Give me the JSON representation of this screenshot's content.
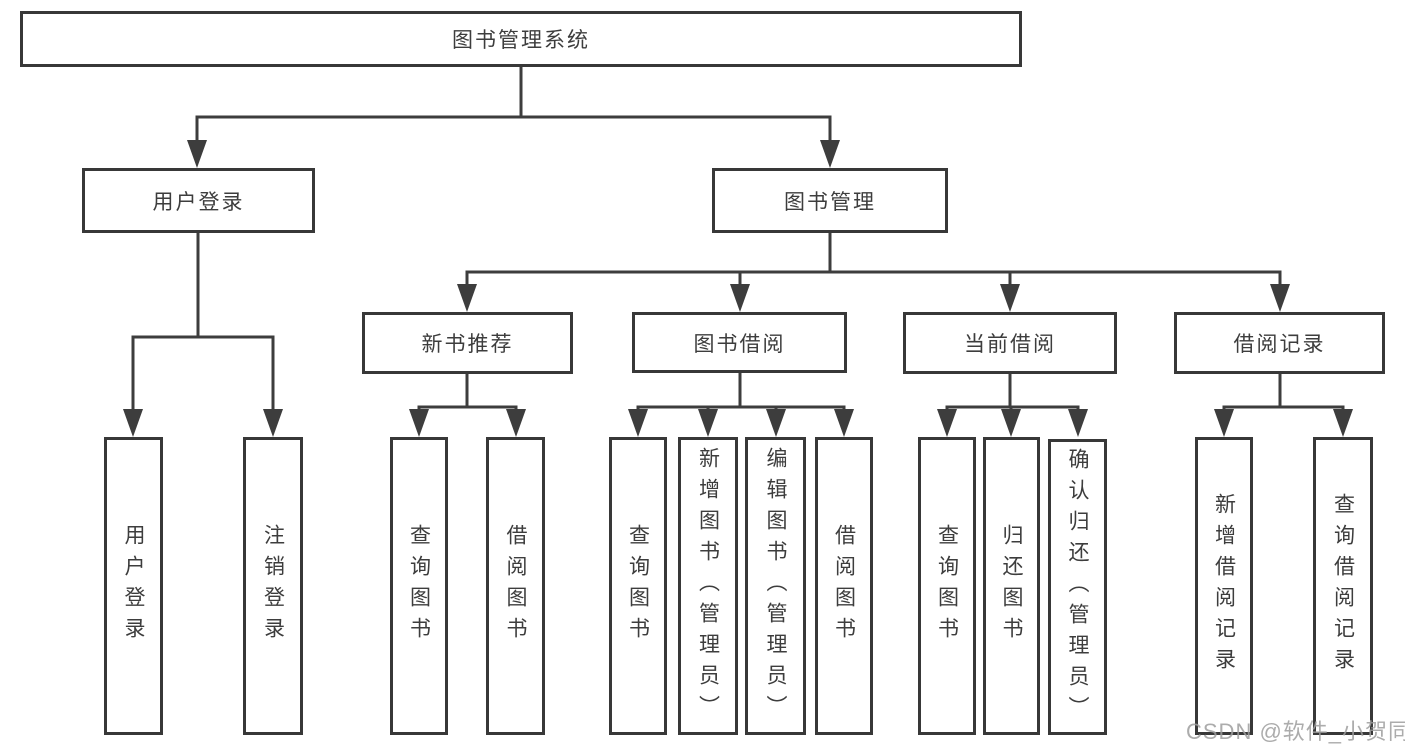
{
  "diagram": {
    "kind": "hierarchy-chart",
    "colors": {
      "line": "#3d3d3d",
      "box_border": "#383838",
      "box_fill": "#ffffff",
      "label_text": "#3d3d3d",
      "watermark_text": "#9e9e9e"
    },
    "tree": {
      "label": "图书管理系统",
      "children": [
        {
          "label": "用户登录",
          "children": [
            {
              "label": "用户登录"
            },
            {
              "label": "注销登录"
            }
          ]
        },
        {
          "label": "图书管理",
          "children": [
            {
              "label": "新书推荐",
              "children": [
                {
                  "label": "查询图书"
                },
                {
                  "label": "借阅图书"
                }
              ]
            },
            {
              "label": "图书借阅",
              "children": [
                {
                  "label": "查询图书"
                },
                {
                  "label": "新增图书（管理员）"
                },
                {
                  "label": "编辑图书（管理员）"
                },
                {
                  "label": "借阅图书"
                }
              ]
            },
            {
              "label": "当前借阅",
              "children": [
                {
                  "label": "查询图书"
                },
                {
                  "label": "归还图书"
                },
                {
                  "label": "确认归还（管理员）"
                }
              ]
            },
            {
              "label": "借阅记录",
              "children": [
                {
                  "label": "新增借阅记录"
                },
                {
                  "label": "查询借阅记录"
                }
              ]
            }
          ]
        }
      ]
    },
    "watermark": {
      "text": "CSDN @软件_小贺同学"
    }
  }
}
